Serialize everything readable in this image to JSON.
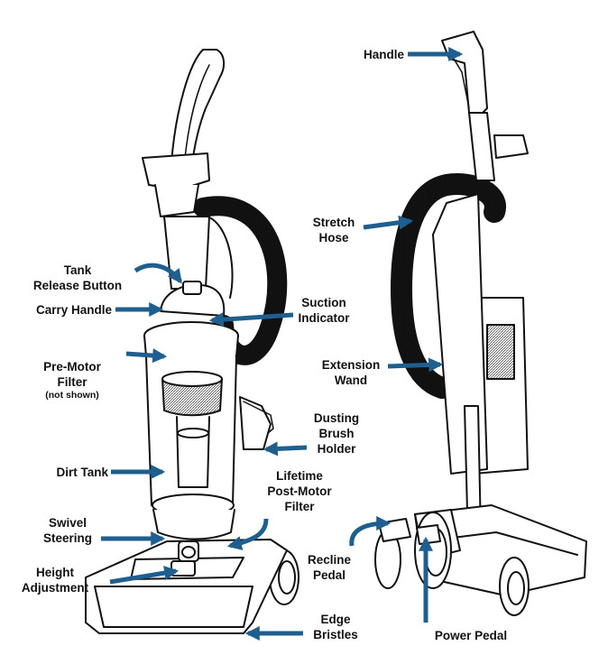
{
  "colors": {
    "arrow": "#1f5f8f",
    "outline": "#111111",
    "background": "#ffffff"
  },
  "labels": {
    "handle": "Handle",
    "stretch_hose": "Stretch\nHose",
    "tank_release_button": "Tank\nRelease Button",
    "carry_handle": "Carry Handle",
    "suction_indicator": "Suction\nIndicator",
    "pre_motor_filter": "Pre-Motor\nFilter",
    "pre_motor_filter_note": "(not shown)",
    "extension_wand": "Extension\nWand",
    "dusting_brush_holder": "Dusting\nBrush\nHolder",
    "dirt_tank": "Dirt Tank",
    "lifetime_post_motor_filter": "Lifetime\nPost-Motor\nFilter",
    "swivel_steering": "Swivel\nSteering",
    "height_adjustment": "Height\nAdjustment",
    "recline_pedal": "Recline\nPedal",
    "edge_bristles": "Edge\nBristles",
    "power_pedal": "Power Pedal"
  }
}
